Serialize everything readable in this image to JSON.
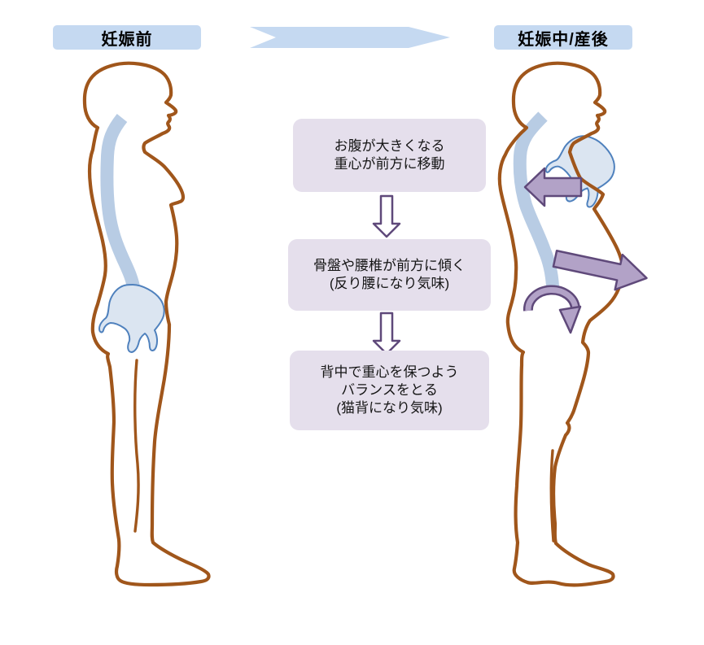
{
  "headers": {
    "before": "妊娠前",
    "after": "妊娠中/産後"
  },
  "flow": {
    "steps": [
      {
        "lines": [
          "お腹が大きくなる",
          "重心が前方に移動"
        ]
      },
      {
        "lines": [
          "骨盤や腰椎が前方に傾く",
          "(反り腰になり気味)"
        ]
      },
      {
        "lines": [
          "背中で重心を保つよう",
          "バランスをとる",
          "(猫背になり気味)"
        ]
      }
    ]
  },
  "icons": {
    "transition-arrow": "large right chevron arrow between headers",
    "flow-down-arrow": "hollow downward arrow between flow boxes",
    "backward-shift-arrow": "solid purple left arrow at upper back",
    "forward-shift-arrow": "solid purple right-down arrow at belly",
    "pelvic-tilt-arrow": "curved purple rotation arrow over pelvis"
  },
  "colors": {
    "header-blue": "#C5D9F1",
    "box-lavender": "#E5DFEC",
    "purple-fill": "#B2A2C7",
    "purple-dark": "#5F497A",
    "body-brown": "#A0561B",
    "spine-blue": "#B8CCE4",
    "pelvis-fill": "#DBE5F1",
    "pelvis-stroke": "#4F81BD"
  }
}
